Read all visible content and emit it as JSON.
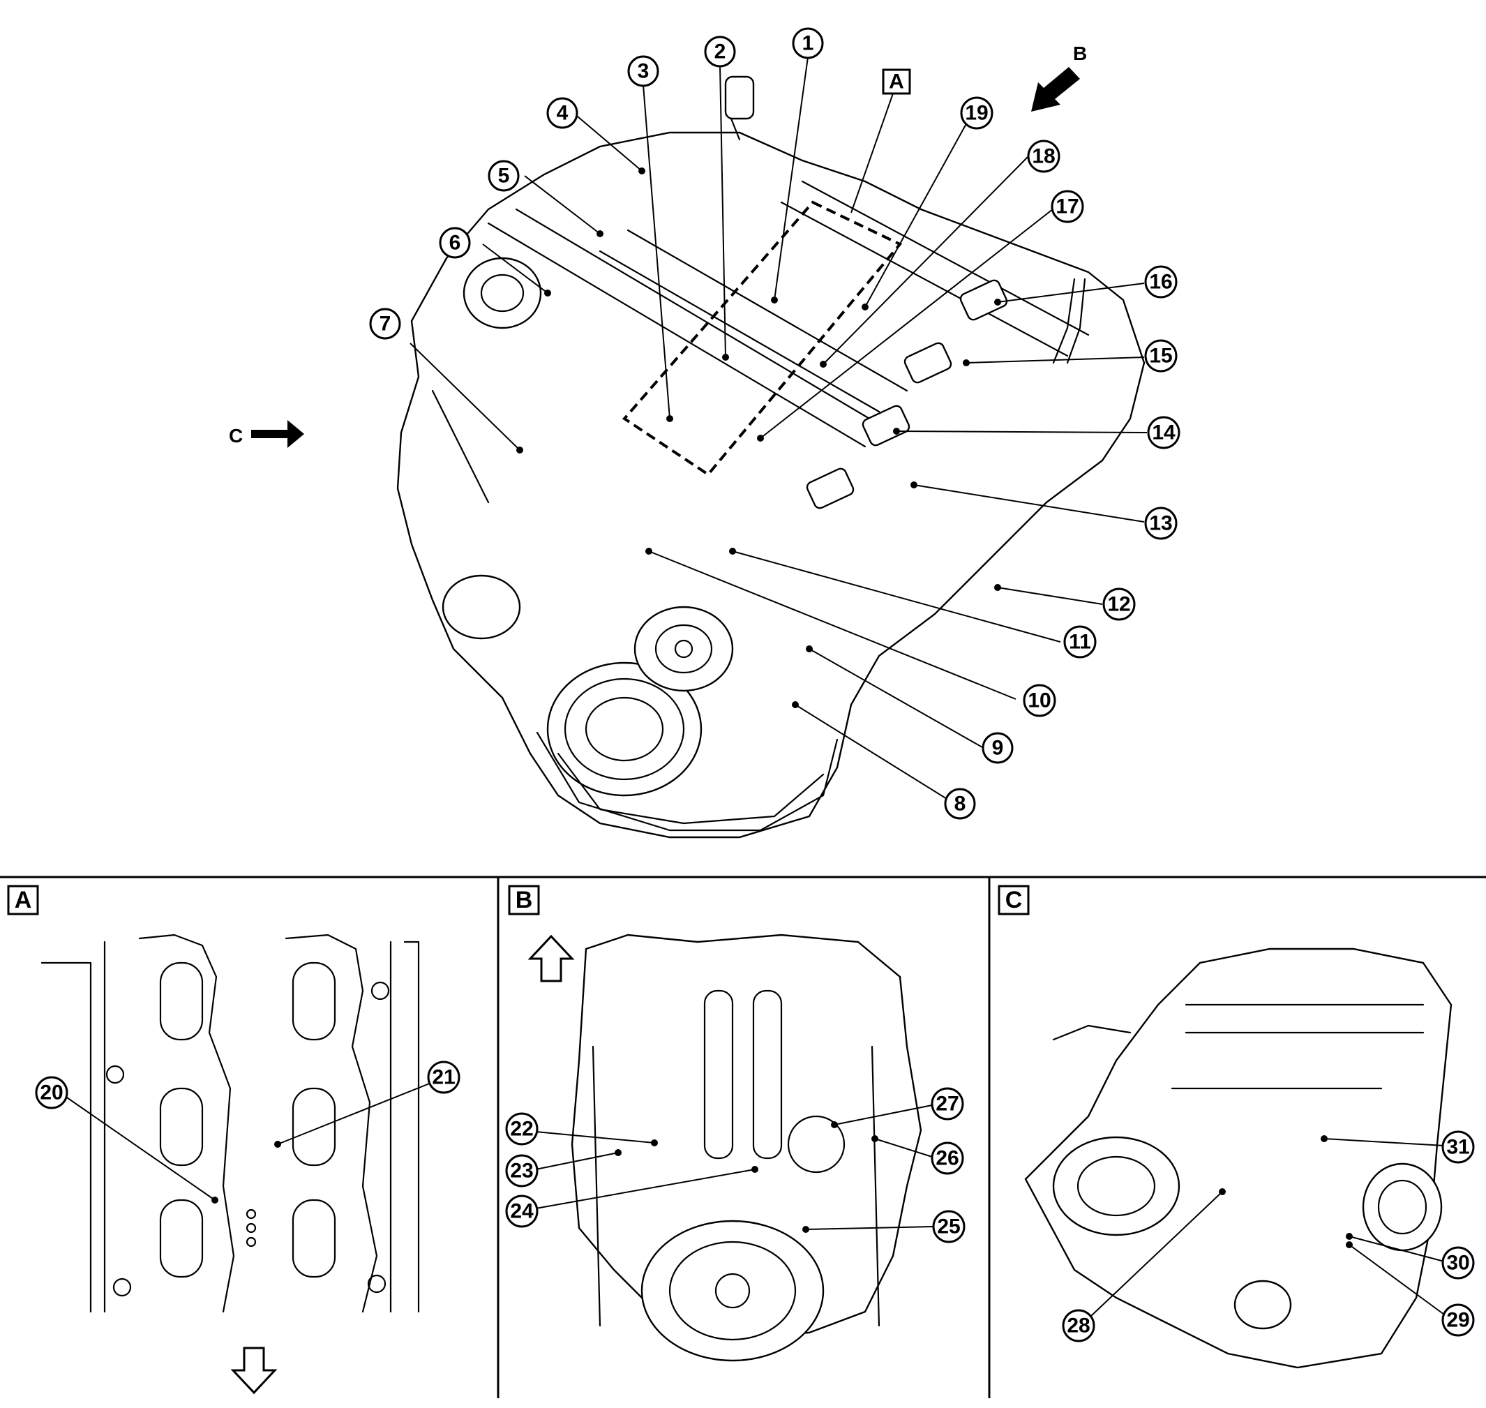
{
  "view_labels": {
    "main_ref_a": "A",
    "arrow_b": "B",
    "arrow_c": "C"
  },
  "panels": [
    {
      "id": "A",
      "label": "A"
    },
    {
      "id": "B",
      "label": "B"
    },
    {
      "id": "C",
      "label": "C"
    }
  ],
  "callouts_main": [
    {
      "num": "1"
    },
    {
      "num": "2"
    },
    {
      "num": "3"
    },
    {
      "num": "4"
    },
    {
      "num": "5"
    },
    {
      "num": "6"
    },
    {
      "num": "7"
    },
    {
      "num": "8"
    },
    {
      "num": "9"
    },
    {
      "num": "10"
    },
    {
      "num": "11"
    },
    {
      "num": "12"
    },
    {
      "num": "13"
    },
    {
      "num": "14"
    },
    {
      "num": "15"
    },
    {
      "num": "16"
    },
    {
      "num": "17"
    },
    {
      "num": "18"
    },
    {
      "num": "19"
    }
  ],
  "callouts_panel_a": [
    {
      "num": "20"
    },
    {
      "num": "21"
    }
  ],
  "callouts_panel_b": [
    {
      "num": "22"
    },
    {
      "num": "23"
    },
    {
      "num": "24"
    },
    {
      "num": "25"
    },
    {
      "num": "26"
    },
    {
      "num": "27"
    }
  ],
  "callouts_panel_c": [
    {
      "num": "28"
    },
    {
      "num": "29"
    },
    {
      "num": "30"
    },
    {
      "num": "31"
    }
  ],
  "icons": {
    "direction_arrow": "solid-arrow-icon",
    "panel_arrow": "outline-arrow-icon"
  },
  "colors": {
    "ink": "#000000",
    "paper": "#ffffff"
  }
}
